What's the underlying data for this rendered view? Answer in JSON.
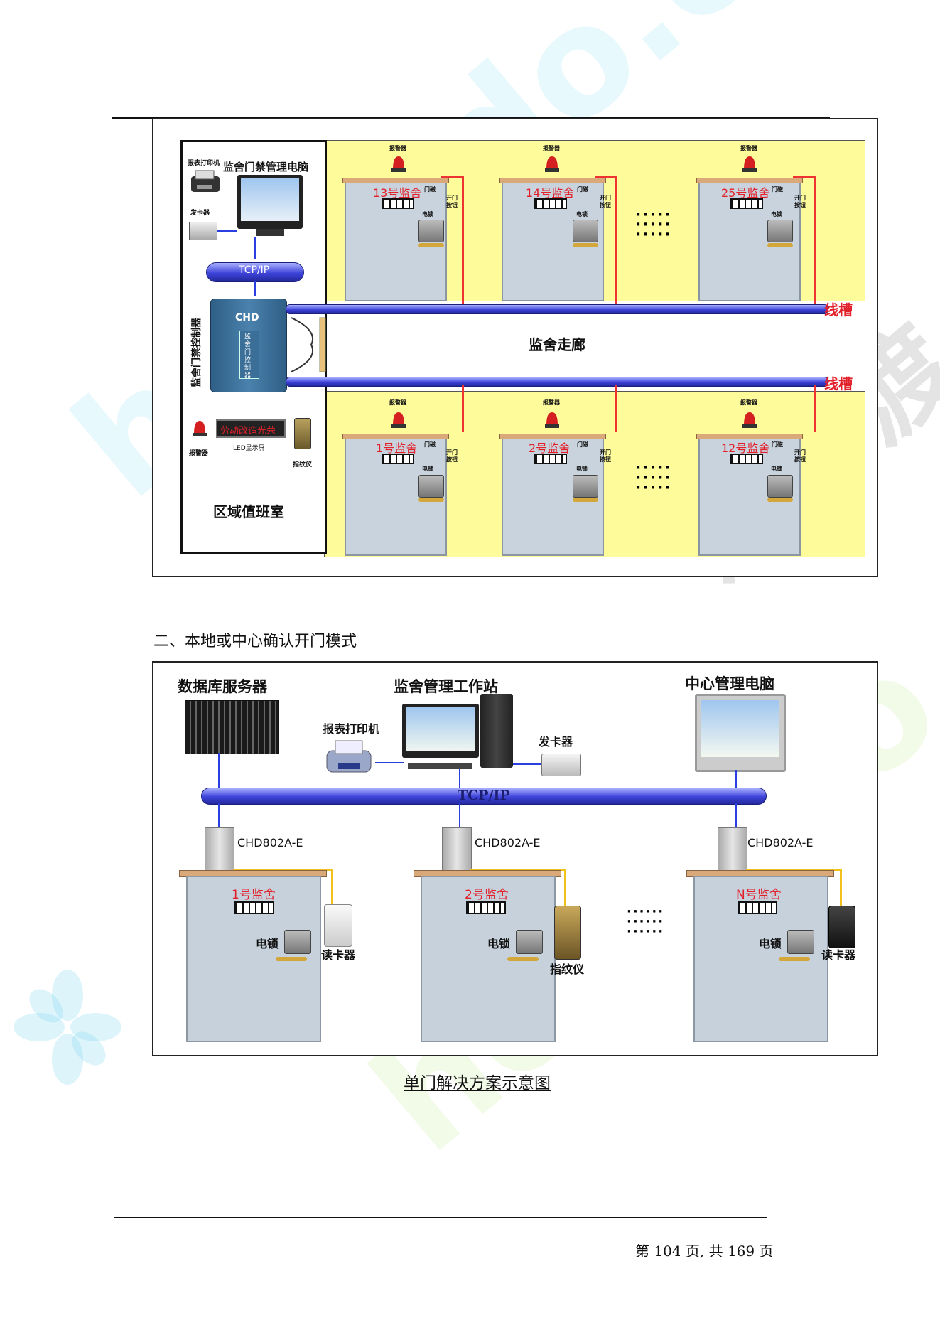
{
  "diagram1": {
    "duty_room": {
      "title": "区域值班室",
      "pc_label": "监舍门禁管理电脑",
      "printer_label": "报表打印机",
      "card_issuer_label": "发卡器",
      "tcpip_label": "TCP/IP",
      "controller_side_label": "监舍门禁控制器",
      "controller_brand": "CHD",
      "controller_face_label": "监舍门控制器",
      "alarm_label": "报警器",
      "led_text": "劳动改造光荣",
      "led_label": "LED显示屏",
      "fingerprint_label": "指纹仪"
    },
    "corridor_label": "监舍走廊",
    "trunk_label": "线槽",
    "door_parts": {
      "alarm": "报警器",
      "magnet": "门磁",
      "lock": "电锁",
      "button": "开门按钮"
    },
    "top_rooms": [
      "13号监舍",
      "14号监舍",
      "25号监舍"
    ],
    "bottom_rooms": [
      "1号监舍",
      "2号监舍",
      "12号监舍"
    ]
  },
  "section_heading": "二、本地或中心确认开门模式",
  "diagram2": {
    "db_server_label": "数据库服务器",
    "workstation_label": "监舍管理工作站",
    "printer_label": "报表打印机",
    "card_issuer_label": "发卡器",
    "center_pc_label": "中心管理电脑",
    "tcpip_label": "TCP/IP",
    "controllers": [
      "CHD802A-E",
      "CHD802A-E",
      "CHD802A-E"
    ],
    "rooms": [
      "1号监舍",
      "2号监舍",
      "N号监舍"
    ],
    "lock_label": "电锁",
    "reader_labels": [
      "读卡器",
      "指纹仪",
      "读卡器"
    ]
  },
  "caption": "单门解决方案示意图",
  "footer": "第 104 页, 共 169 页",
  "watermark_texts": [
    "homedo.com",
    "河姆渡"
  ]
}
